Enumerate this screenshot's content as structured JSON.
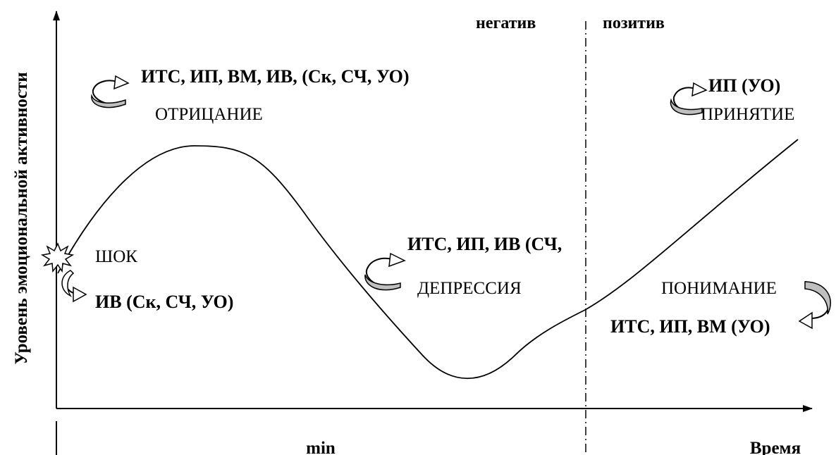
{
  "axes": {
    "y_label": "Уровень эмоциональной активности",
    "x_label": "Время",
    "bottom_marker": "min"
  },
  "zones": {
    "left": "негатив",
    "right": "позитив"
  },
  "stages": {
    "shock": {
      "name": "ШОК",
      "methods": "ИВ (Ск, СЧ, УО)"
    },
    "denial": {
      "name": "ОТРИЦАНИЕ",
      "methods": "ИТС, ИП, ВМ, ИВ, (Ск, СЧ, УО)"
    },
    "depression": {
      "name": "ДЕПРЕССИЯ",
      "methods": "ИТС, ИП, ИВ (СЧ,"
    },
    "understanding": {
      "name": "ПОНИМАНИЕ",
      "methods": "ИТС, ИП, ВМ (УО)"
    },
    "acceptance": {
      "name": "ПРИНЯТИЕ",
      "methods": "ИП (УО)"
    }
  }
}
